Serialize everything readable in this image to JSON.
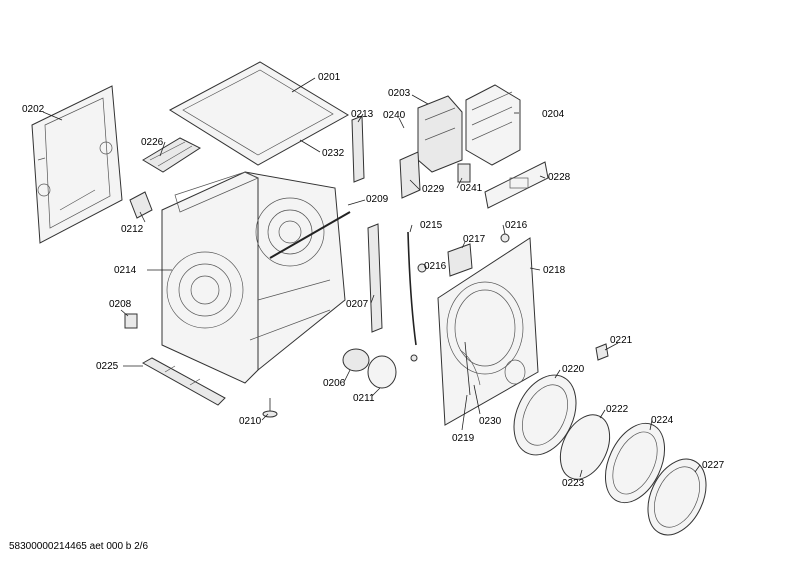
{
  "labels": [
    {
      "id": "0201",
      "text": "0201"
    },
    {
      "id": "0202",
      "text": "0202"
    },
    {
      "id": "0203",
      "text": "0203"
    },
    {
      "id": "0204",
      "text": "0204"
    },
    {
      "id": "0206",
      "text": "0206"
    },
    {
      "id": "0207",
      "text": "0207"
    },
    {
      "id": "0208",
      "text": "0208"
    },
    {
      "id": "0209",
      "text": "0209"
    },
    {
      "id": "0210",
      "text": "0210"
    },
    {
      "id": "0211",
      "text": "0211"
    },
    {
      "id": "0212",
      "text": "0212"
    },
    {
      "id": "0213",
      "text": "0213"
    },
    {
      "id": "0214",
      "text": "0214"
    },
    {
      "id": "0215",
      "text": "0215"
    },
    {
      "id": "0216a",
      "text": "0216"
    },
    {
      "id": "0216b",
      "text": "0216"
    },
    {
      "id": "0217",
      "text": "0217"
    },
    {
      "id": "0218",
      "text": "0218"
    },
    {
      "id": "0219",
      "text": "0219"
    },
    {
      "id": "0220",
      "text": "0220"
    },
    {
      "id": "0221",
      "text": "0221"
    },
    {
      "id": "0222",
      "text": "0222"
    },
    {
      "id": "0223",
      "text": "0223"
    },
    {
      "id": "0224",
      "text": "0224"
    },
    {
      "id": "0225",
      "text": "0225"
    },
    {
      "id": "0226",
      "text": "0226"
    },
    {
      "id": "0227",
      "text": "0227"
    },
    {
      "id": "0228",
      "text": "0228"
    },
    {
      "id": "0229",
      "text": "0229"
    },
    {
      "id": "0230",
      "text": "0230"
    },
    {
      "id": "0232",
      "text": "0232"
    },
    {
      "id": "0240",
      "text": "0240"
    },
    {
      "id": "0241",
      "text": "0241"
    }
  ],
  "footer": {
    "text": "58300000214465 aet 000 b 2/6"
  }
}
